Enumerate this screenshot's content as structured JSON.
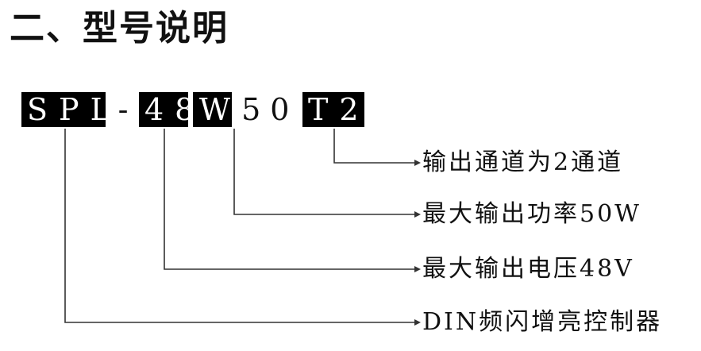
{
  "title": "二、型号说明",
  "code": {
    "part1": "SPL",
    "dash": "-",
    "part2": "48",
    "part3_boxed": "W",
    "part3_rest": "50",
    "part4": "T2"
  },
  "descriptions": [
    "输出通道为2通道",
    "最大输出功率50W",
    "最大输出电压48V",
    "DIN频闪增亮控制器"
  ],
  "colors": {
    "box": "#000000",
    "text": "#111111",
    "line": "#333333"
  }
}
